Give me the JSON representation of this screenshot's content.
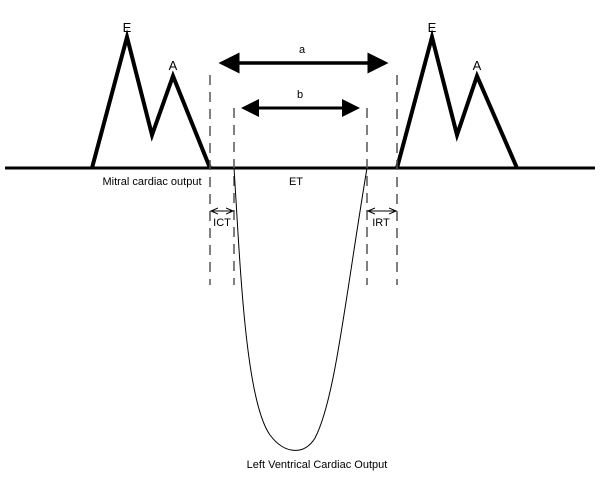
{
  "labels": {
    "e_left": "E",
    "a_left": "A",
    "e_right": "E",
    "a_right": "A",
    "interval_a": "a",
    "interval_b": "b",
    "mitral": "Mitral cardiac output",
    "et": "ET",
    "ict": "ICT",
    "irt": "IRT",
    "lv": "Left Ventrical Cardiac Output"
  },
  "colors": {
    "line": "#000000",
    "dash": "#555555"
  }
}
